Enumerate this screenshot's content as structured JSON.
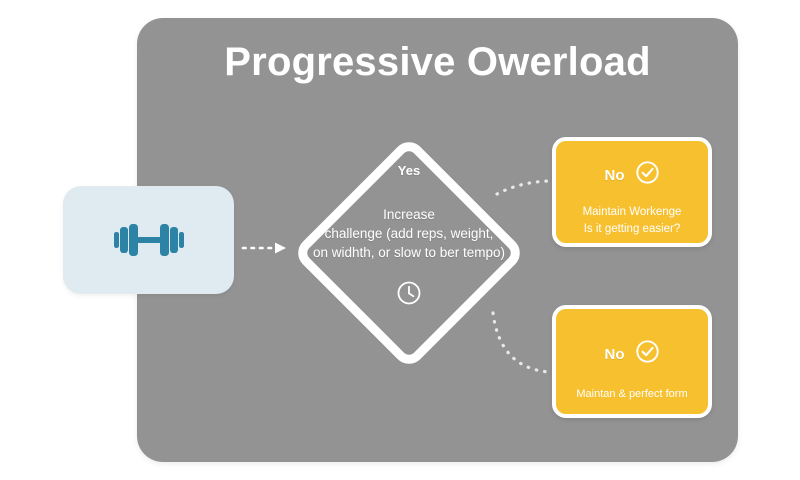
{
  "page": {
    "background_color": "#ffffff",
    "panel_color": "#939393",
    "accent_yellow": "#f7c02e",
    "accent_blue_card": "#dfeaf1",
    "accent_blue_icon": "#2d83a6",
    "white": "#ffffff"
  },
  "header": {
    "title": "Progressive Owerload"
  },
  "start": {
    "icon": "dumbbell-icon"
  },
  "decision": {
    "yes_label": "Yes",
    "body_line_1": "Increase",
    "body_line_2": "challenge (add reps, weight,",
    "body_line_3": "on widhth, or slow to ber tempo)",
    "icon": "clock-icon"
  },
  "cards": [
    {
      "no_label": "No",
      "icon": "check-circle-icon",
      "line_1": "Maintain Workenge",
      "line_2": "Is it getting easier?"
    },
    {
      "no_label": "No",
      "icon": "check-circle-icon",
      "line_1": "Maintan & perfect form",
      "line_2": ""
    }
  ],
  "connectors": {
    "start_to_decision": "dotted-arrow-right",
    "decision_to_card_1": "dotted-line-up-right",
    "decision_to_card_2": "dotted-curve-down-right"
  }
}
